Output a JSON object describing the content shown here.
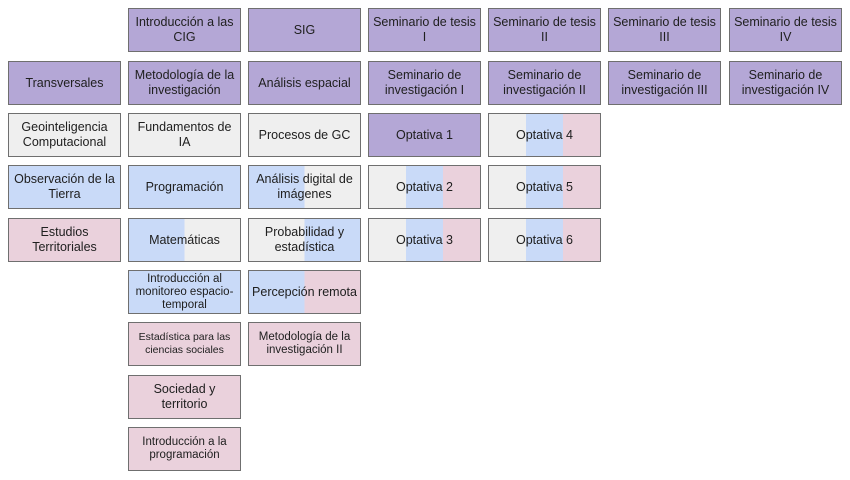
{
  "rows": {
    "transversales": {
      "label": "Transversales"
    },
    "geointeligencia": {
      "label": "Geointeligencia Computacional"
    },
    "observacion": {
      "label": "Observación de la Tierra"
    },
    "estudios": {
      "label": "Estudios Territoriales"
    }
  },
  "col1": {
    "intro_cig": "Introducción a las CIG",
    "metodologia": "Metodología de la investigación",
    "fundamentos_ia": "Fundamentos de IA",
    "programacion": "Programación",
    "matematicas": "Matemáticas",
    "intro_monitoreo": "Introducción al monitoreo espacio-temporal",
    "estadistica_sociales": "Estadística para las ciencias sociales",
    "sociedad": "Sociedad y territorio",
    "intro_programacion": "Introducción a la programación"
  },
  "col2": {
    "sig": "SIG",
    "analisis_espacial": "Análisis espacial",
    "procesos_gc": "Procesos de GC",
    "analisis_digital": "Análisis digital de imágenes",
    "probabilidad": "Probabilidad y estadística",
    "percepcion": "Percepción remota",
    "metodologia_ii": "Metodología de la investigación II"
  },
  "col3": {
    "tesis_i": "Seminario de tesis I",
    "investigacion_i": "Seminario de investigación I",
    "optativa_1": "Optativa 1",
    "optativa_2": "Optativa 2",
    "optativa_3": "Optativa 3"
  },
  "col4": {
    "tesis_ii": "Seminario de tesis II",
    "investigacion_ii": "Seminario de investigación II",
    "optativa_4": "Optativa 4",
    "optativa_5": "Optativa 5",
    "optativa_6": "Optativa 6"
  },
  "col5": {
    "tesis_iii": "Seminario de tesis III",
    "investigacion_iii": "Seminario de investigación III"
  },
  "col6": {
    "tesis_iv": "Seminario de tesis IV",
    "investigacion_iv": "Seminario de investigación IV"
  },
  "colors": {
    "transversal": "#b4a7d6",
    "geointeligencia": "#efefef",
    "observacion": "#c9daf8",
    "estudios": "#ead1dc",
    "border": "#6f6f6f"
  }
}
